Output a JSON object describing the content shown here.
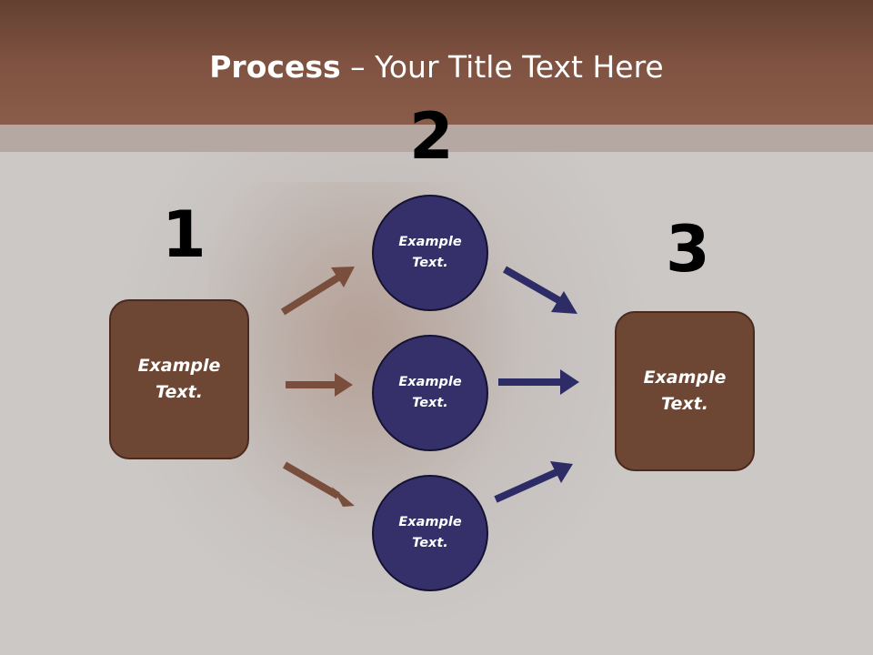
{
  "title": {
    "strong": "Process",
    "rest": " – Your Title Text Here"
  },
  "steps": {
    "one": "1",
    "two": "2",
    "three": "3"
  },
  "boxes": {
    "left": "Example Text.",
    "right": "Example Text."
  },
  "circles": {
    "top": "Example Text.",
    "middle": "Example Text.",
    "bottom": "Example Text."
  },
  "colors": {
    "header": "#8a5c4a",
    "box": "#6e4634",
    "circle": "#35306a",
    "arrow_brown": "#7a4e3c",
    "arrow_navy": "#2e2c66"
  }
}
